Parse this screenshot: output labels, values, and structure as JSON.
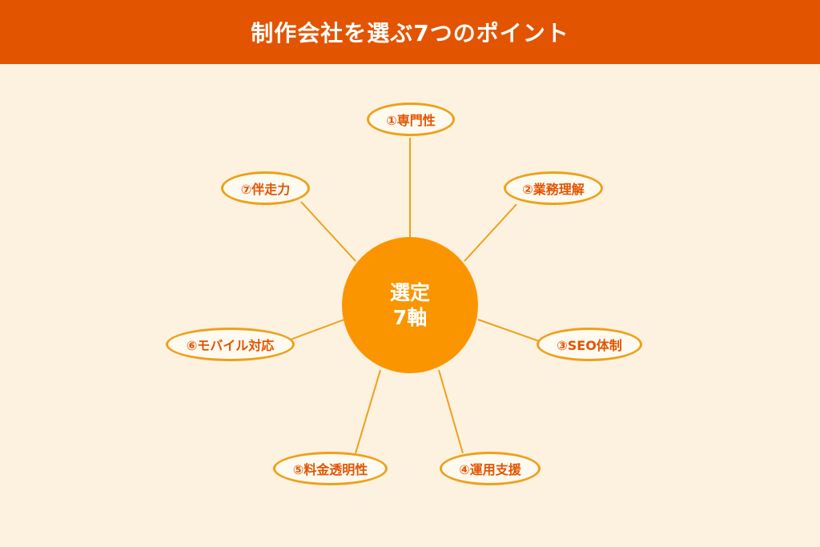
{
  "header": {
    "title": "制作会社を選ぶ7つのポイント"
  },
  "hub": {
    "line1": "選定",
    "line2": "7軸"
  },
  "nodes": [
    {
      "label": "①専門性"
    },
    {
      "label": "②業務理解"
    },
    {
      "label": "③SEO体制"
    },
    {
      "label": "④運用支援"
    },
    {
      "label": "⑤料金透明性"
    },
    {
      "label": "⑥モバイル対応"
    },
    {
      "label": "⑦伴走力"
    }
  ],
  "colors": {
    "header": "#e35400",
    "background": "#fdf1e0",
    "hub": "#fa9500",
    "node_border": "#eda11a",
    "node_text": "#e35400",
    "connector": "#eda11a"
  }
}
